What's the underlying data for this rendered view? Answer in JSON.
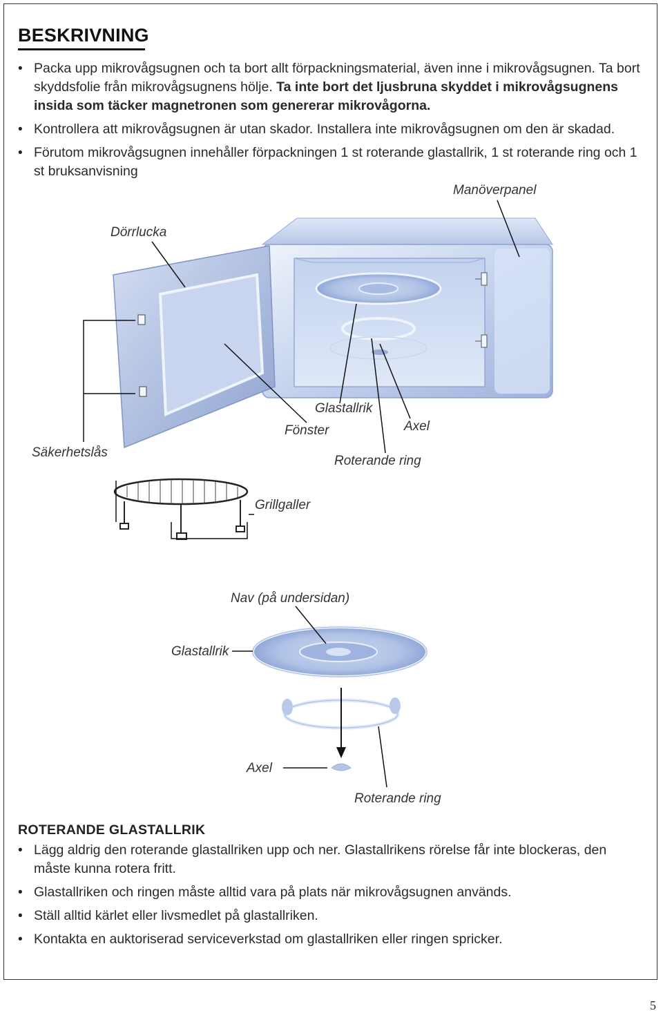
{
  "heading": "BESKRIVNING",
  "intro_bullets": [
    {
      "normal": "Packa upp mikrovågsugnen och ta bort allt förpackningsmaterial, även inne i mikrovågsugnen. Ta bort skyddsfolie från mikrovågsugnens hölje.",
      "bold": " Ta inte bort det ljusbruna skyddet i mikrovågsugnens insida som täcker magnetronen som genererar mikrovågorna."
    },
    {
      "normal": "Kontrollera att mikrovågsugnen är utan skador. Installera inte mikrovågsugnen om den är skadad."
    },
    {
      "normal": "Förutom mikrovågsugnen innehåller förpackningen 1 st roterande glastallrik, 1 st roterande ring och 1 st bruksanvisning"
    }
  ],
  "diagram1_labels": {
    "control_panel": "Manöverpanel",
    "door": "Dörrlucka",
    "glass_plate": "Glastallrik",
    "window": "Fönster",
    "shaft": "Axel",
    "safety_lock": "Säkerhetslås",
    "rotating_ring": "Roterande ring"
  },
  "grill_label": "Grillgaller",
  "diagram2_labels": {
    "hub": "Nav (på undersidan)",
    "glass_plate": "Glastallrik",
    "shaft": "Axel",
    "rotating_ring": "Roterande ring"
  },
  "section2_heading": "ROTERANDE GLASTALLRIK",
  "section2_bullets": [
    "Lägg aldrig den roterande glastallriken upp och ner. Glastallrikens rörelse får inte blockeras, den måste kunna rotera fritt.",
    "Glastallriken och ringen måste alltid vara på plats när mikrovågsugnen används.",
    "Ställ alltid kärlet eller livsmedlet på glastallriken.",
    "Kontakta en auktoriserad serviceverkstad om glastallriken eller ringen spricker."
  ],
  "page_number": "5"
}
